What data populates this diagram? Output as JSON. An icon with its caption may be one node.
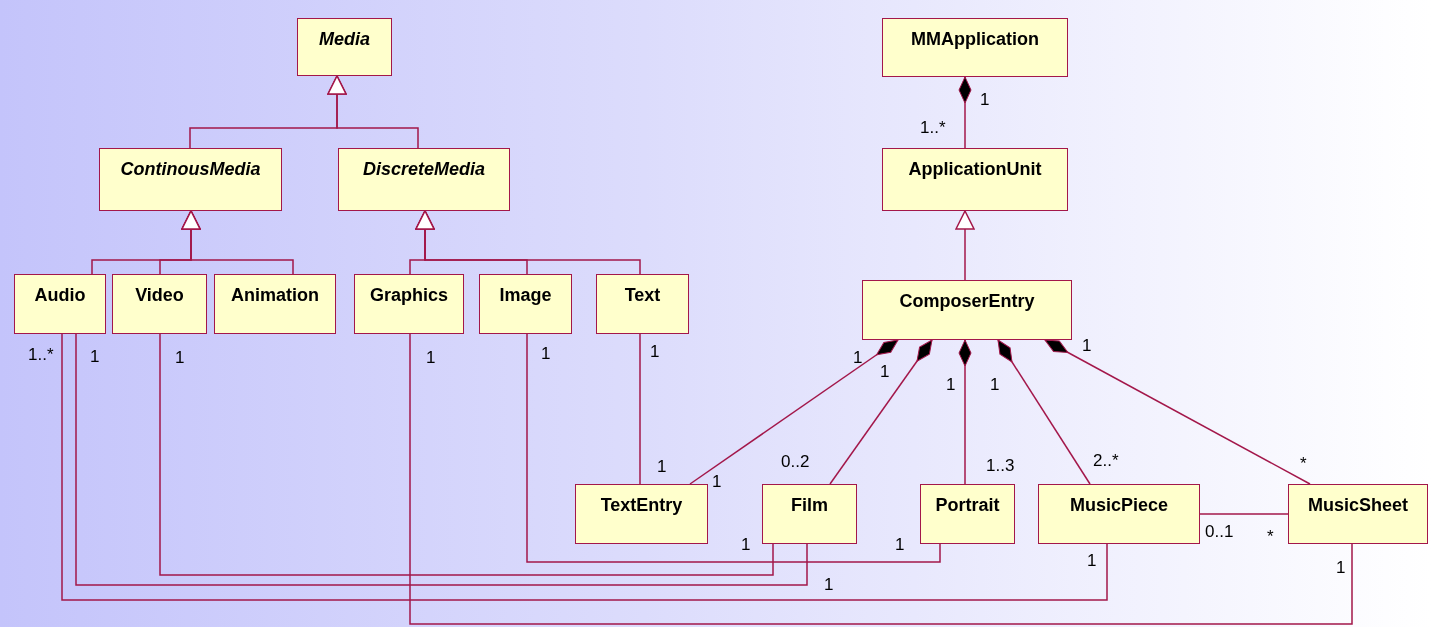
{
  "diagram": {
    "nodes": [
      {
        "text": [
          "Media"
        ]
      },
      {
        "text": [
          "MMApplication"
        ]
      },
      {
        "text": [
          "ContinousMedia"
        ]
      },
      {
        "text": [
          "DiscreteMedia"
        ]
      },
      {
        "text": [
          "ApplicationUnit"
        ]
      },
      {
        "text": [
          "Audio"
        ]
      },
      {
        "text": [
          "Video"
        ]
      },
      {
        "text": [
          "Animation"
        ]
      },
      {
        "text": [
          "Graphics"
        ]
      },
      {
        "text": [
          "Image"
        ]
      },
      {
        "text": [
          "Text"
        ]
      },
      {
        "text": [
          "ComposerEntry"
        ]
      },
      {
        "text": [
          "TextEntry"
        ]
      },
      {
        "text": [
          "Film"
        ]
      },
      {
        "text": [
          "Portrait"
        ]
      },
      {
        "text": [
          "MusicPiece"
        ]
      },
      {
        "text": [
          "MusicSheet"
        ]
      }
    ],
    "edges": [
      {
        "from": 2,
        "to": 0,
        "arrow": "to"
      },
      {
        "from": 3,
        "to": 0,
        "arrow": "to"
      },
      {
        "from": 1,
        "to": 4,
        "arrow": "other"
      },
      {
        "from": 5,
        "to": 2,
        "arrow": "to"
      },
      {
        "from": 6,
        "to": 2,
        "arrow": "to"
      },
      {
        "from": 7,
        "to": 2,
        "arrow": "to"
      },
      {
        "from": 8,
        "to": 3,
        "arrow": "to"
      },
      {
        "from": 9,
        "to": 3,
        "arrow": "to"
      },
      {
        "from": 10,
        "to": 3,
        "arrow": "to"
      },
      {
        "from": 11,
        "to": 4,
        "arrow": "to"
      },
      {
        "from": 11,
        "to": 12,
        "arrow": "other"
      },
      {
        "from": 11,
        "to": 13,
        "arrow": "other"
      },
      {
        "from": 11,
        "to": 14,
        "arrow": "other"
      },
      {
        "from": 11,
        "to": 15,
        "arrow": "other"
      },
      {
        "from": 11,
        "to": 16,
        "arrow": "other"
      },
      {
        "from": 10,
        "to": 12,
        "arrow": "none"
      },
      {
        "from": 5,
        "to": 15,
        "arrow": "none"
      },
      {
        "from": 5,
        "to": 13,
        "arrow": "none"
      },
      {
        "from": 6,
        "to": 13,
        "arrow": "none"
      },
      {
        "from": 8,
        "to": 16,
        "arrow": "none"
      },
      {
        "from": 9,
        "to": 14,
        "arrow": "none"
      },
      {
        "from": 15,
        "to": 16,
        "arrow": "none"
      }
    ],
    "labels": [
      "1",
      "1..*",
      "1..*",
      "1",
      "1",
      "1",
      "1",
      "1",
      "1",
      "1",
      "1",
      "1",
      "1",
      "1",
      "0..2",
      "1..3",
      "2..*",
      "*",
      "1",
      "1",
      "1",
      "0..1",
      "*",
      "1",
      "1",
      "1"
    ]
  }
}
